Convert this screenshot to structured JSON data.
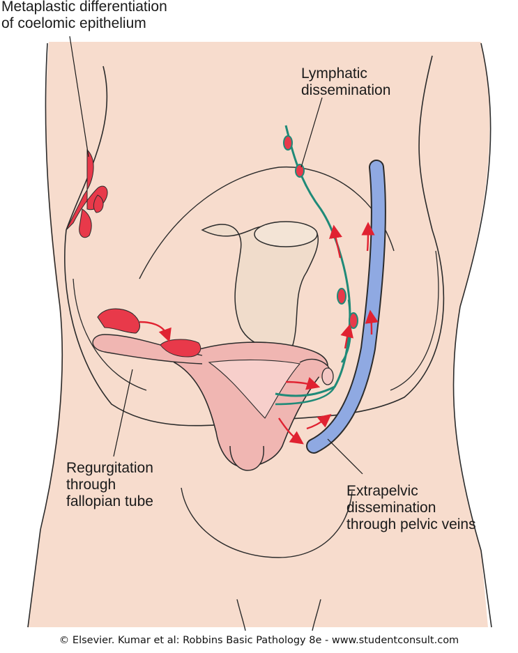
{
  "labels": {
    "metaplastic": "Metaplastic differentiation\nof coelomic epithelium",
    "lymphatic": "Lymphatic\ndissemination",
    "regurgitation": "Regurgitation\nthrough\nfallopian tube",
    "extrapelvic": "Extrapelvic\ndissemination\nthrough pelvic veins"
  },
  "credit": "© Elsevier. Kumar et al: Robbins Basic Pathology 8e - www.studentconsult.com",
  "colors": {
    "skin": "#f7dccd",
    "outline": "#2b2b2b",
    "uterus": "#f0b6b2",
    "lesion": "#e8394a",
    "vein": "#8fa9e2",
    "lymph": "#1f8a78",
    "arrow": "#e02231",
    "colon": "#f0dccb"
  }
}
